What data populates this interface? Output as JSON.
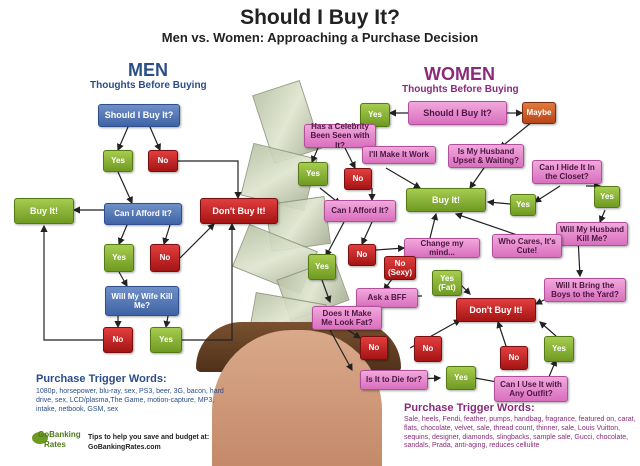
{
  "title": "Should I Buy It?",
  "subtitle": "Men vs. Women: Approaching a Purchase Decision",
  "men": {
    "heading": "MEN",
    "subheading": "Thoughts Before Buying",
    "nodes": {
      "should_buy": "Should I Buy It?",
      "yes1": "Yes",
      "no1": "No",
      "buy_it": "Buy It!",
      "afford": "Can I Afford It?",
      "dont_buy": "Don't Buy It!",
      "yes2": "Yes",
      "no2": "No",
      "wife": "Will My Wife Kill Me?",
      "no3": "No",
      "yes3": "Yes"
    },
    "trigger_heading": "Purchase Trigger Words:",
    "trigger_words": "1080p, horsepower, blu-ray, sex, PS3, beer, 3G, bacon, hard drive, sex, LCD/plasma,The Game, motion-capture, MP3, intake, netbook, GSM, sex"
  },
  "women": {
    "heading": "WOMEN",
    "subheading": "Thoughts Before Buying",
    "nodes": {
      "should_buy": "Should I Buy It?",
      "yes_top": "Yes",
      "maybe": "Maybe",
      "celebrity": "Has a Celebrity Been Seen with It?",
      "make_work": "I'll Make It Work",
      "husband_upset": "Is My Husband Upset & Waiting?",
      "hide_closet": "Can I Hide It In the Closet?",
      "yes_a": "Yes",
      "no_a": "No",
      "buy_it": "Buy It!",
      "yes_b": "Yes",
      "yes_c": "Yes",
      "afford": "Can I Afford It?",
      "husband_kill": "Will My Husband Kill Me?",
      "no_b": "No",
      "change_mind": "Change my mind...",
      "cute": "Who Cares, It's Cute!",
      "yes_d": "Yes",
      "no_sexy": "No (Sexy)",
      "yes_fat": "Yes (Fat)",
      "ask_bff": "Ask a BFF",
      "boys_yard": "Will It Bring the Boys to the Yard?",
      "fat": "Does It Make Me Look Fat?",
      "dont_buy": "Don't Buy It!",
      "no_c": "No",
      "no_d": "No",
      "yes_e": "Yes",
      "no_e": "No",
      "die_for": "Is It to Die for?",
      "yes_f": "Yes",
      "outfit": "Can I Use It with Any Outfit?"
    },
    "trigger_heading": "Purchase Trigger Words:",
    "trigger_words": "Sale, heels, Fendi, feather, pumps, handbag, fragrance, featured on, carat, flats, chocolate, velvet, sale, thread count, thinner, sale, Louis Vuitton, sequins, designer, diamonds, slingbacks, sample sale, Gucci, chocolate, sandals, Prada, anti-aging, reduces cellulite"
  },
  "footer": {
    "logo_line1": "GoBanking",
    "logo_line2": "Rates",
    "tip": "Tips to help you save and budget at:",
    "url": "GoBankingRates.com"
  },
  "colors": {
    "men_box": "#4a6fb0",
    "women_box": "#e58ccb",
    "yes": "#8cb43a",
    "no": "#c02020",
    "maybe": "#c95a2a",
    "men_text": "#2b4d8a",
    "women_text": "#8a2b7a"
  }
}
